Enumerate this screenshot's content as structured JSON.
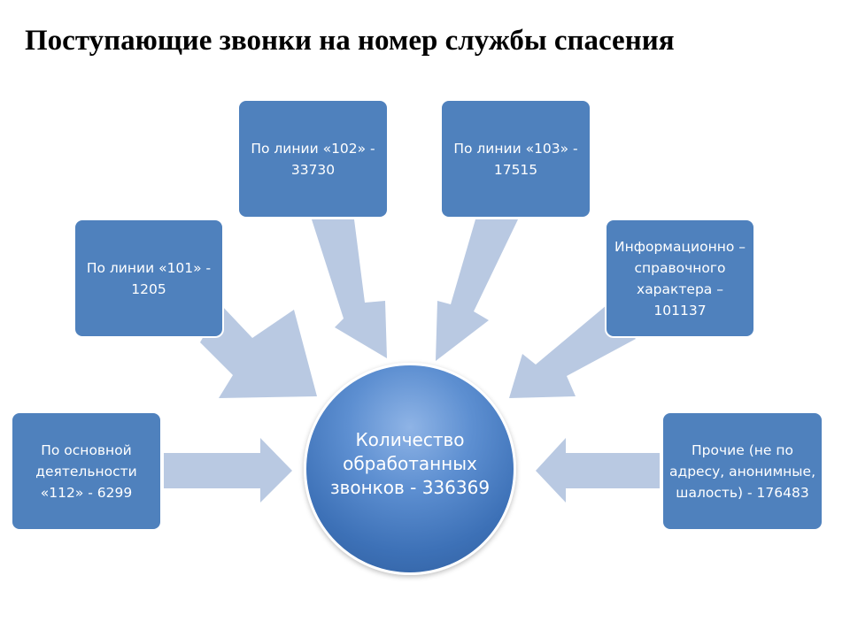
{
  "title": "Поступающие звонки на номер службы спасения",
  "center": {
    "label": "Количество обработанных звонков - 336369"
  },
  "nodes": {
    "line_101": "По линии «101» - 1205",
    "line_102": "По линии «102» - 33730",
    "line_103": "По линии «103» - 17515",
    "info": "Информационно – справочного характера – 101137",
    "main_112": "По основной деятельности «112» - 6299",
    "other": "Прочие (не по адресу, анонимные, шалость) - 176483"
  },
  "colors": {
    "box": "#4f81bd",
    "arrow": "#b9c9e2",
    "circle": "#4a7fc7"
  }
}
